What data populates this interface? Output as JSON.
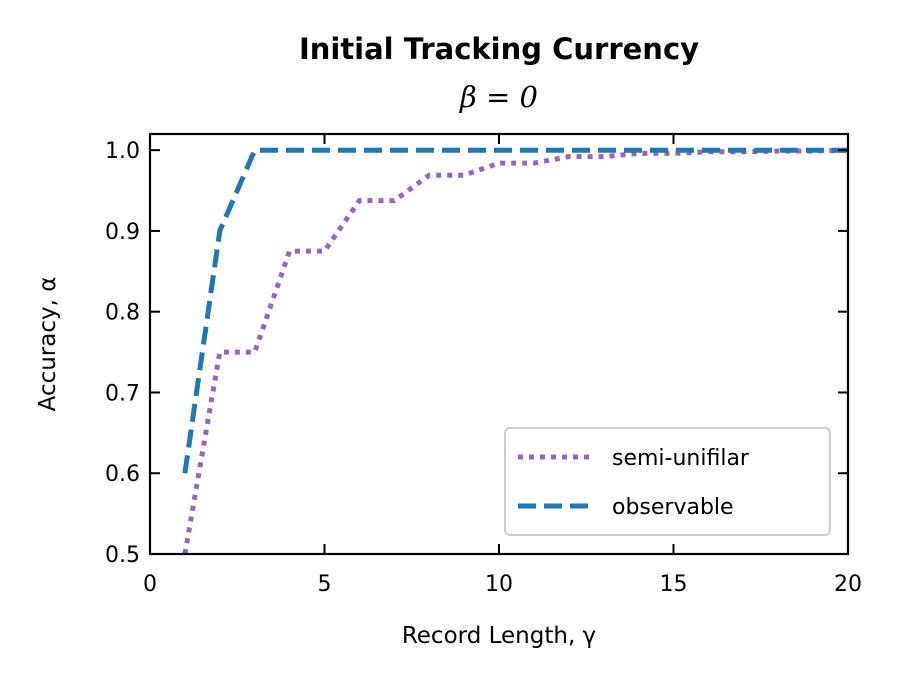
{
  "chart_data": {
    "type": "line",
    "title": "Initial Tracking Currency",
    "subtitle": "β = 0",
    "xlabel": "Record Length, γ",
    "ylabel": "Accuracy, α",
    "xlim": [
      0,
      20
    ],
    "ylim": [
      0.5,
      1.02
    ],
    "xticks": [
      0,
      5,
      10,
      15,
      20
    ],
    "yticks": [
      0.5,
      0.6,
      0.7,
      0.8,
      0.9,
      1.0
    ],
    "xtick_labels": [
      "0",
      "5",
      "10",
      "15",
      "20"
    ],
    "ytick_labels": [
      "0.5",
      "0.6",
      "0.7",
      "0.8",
      "0.9",
      "1.0"
    ],
    "grid": false,
    "legend_position": "lower-right",
    "series": [
      {
        "name": "semi-unifilar",
        "style": "dotted",
        "color": "#9467bd",
        "x": [
          1,
          2,
          3,
          4,
          5,
          6,
          7,
          8,
          9,
          10,
          11,
          12,
          13,
          14,
          15,
          16,
          17,
          18,
          19,
          20
        ],
        "y": [
          0.5,
          0.75,
          0.75,
          0.875,
          0.875,
          0.9375,
          0.9375,
          0.969,
          0.969,
          0.984,
          0.984,
          0.992,
          0.992,
          0.996,
          0.996,
          0.998,
          0.998,
          0.999,
          0.999,
          1.0
        ]
      },
      {
        "name": "observable",
        "style": "dashed",
        "color": "#1f77b4",
        "x": [
          1,
          2,
          3,
          4,
          5,
          6,
          7,
          8,
          9,
          10,
          11,
          12,
          13,
          14,
          15,
          16,
          17,
          18,
          19,
          20
        ],
        "y": [
          0.6,
          0.9,
          1.0,
          1.0,
          1.0,
          1.0,
          1.0,
          1.0,
          1.0,
          1.0,
          1.0,
          1.0,
          1.0,
          1.0,
          1.0,
          1.0,
          1.0,
          1.0,
          1.0,
          1.0
        ]
      }
    ]
  }
}
